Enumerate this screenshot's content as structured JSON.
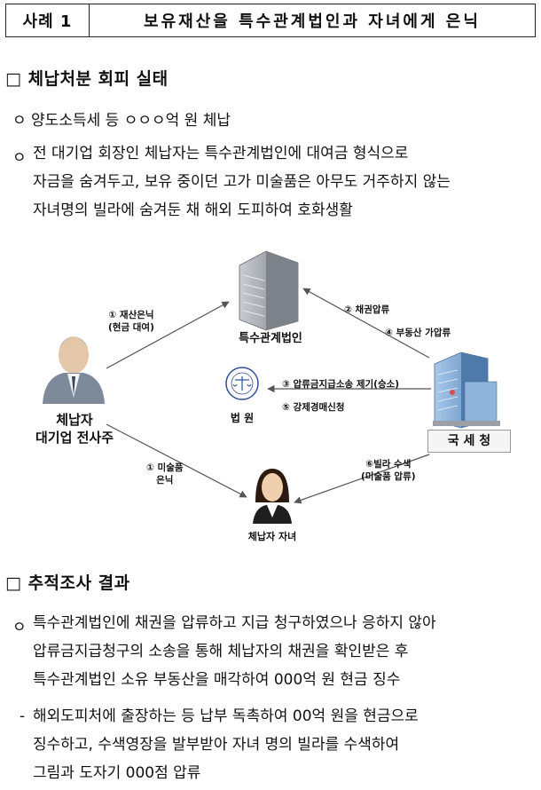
{
  "header": {
    "case_label": "사례 1",
    "title": "보유재산을 특수관계법인과 자녀에게 은닉"
  },
  "section1": {
    "title": "□ 체납처분 회피 실태",
    "bullet1": "ㅇ 양도소득세 등 ㅇㅇㅇ억 원 체납",
    "bullet2_mark": "ㅇ",
    "bullet2_lines": [
      "전 대기업 회장인 체납자는 특수관계법인에 대여금 형식으로",
      "자금을 숨겨두고, 보유 중이던 고가 미술품은 아무도 거주하지 않는",
      "자녀명의 빌라에 숨겨둔 채 해외 도피하여 호화생활"
    ]
  },
  "diagram": {
    "company_label": "특수관계법인",
    "taxpayer_label_1": "체납자",
    "taxpayer_label_2": "대기업 전사주",
    "court_label": "법 원",
    "nts_label": "국 세 청",
    "child_label": "체납자 자녀",
    "seal_text": "SUPREME COURT OF KOREA",
    "arrow1_line1": "① 재산은닉",
    "arrow1_line2": "(현금 대여)",
    "arrow2": "② 채권압류",
    "arrow3": "③ 압류금지급소송 제기(승소)",
    "arrow4": "④ 부동산 가압류",
    "arrow5": "⑤ 강제경매신청",
    "arrow6_line1": "⑥빌라 수색",
    "arrow6_line2": "(미술품 압류)",
    "arrow7_line1": "① 미술품",
    "arrow7_line2": "은닉"
  },
  "section2": {
    "title": "□ 추적조사 결과",
    "bullet1_mark": "ㅇ",
    "bullet1_lines": [
      "특수관계법인에 채권을 압류하고 지급 청구하였으나 응하지 않아",
      "압류금지급청구의 소송을 통해 체납자의 채권을 확인받은 후",
      "특수관계법인 소유 부동산을 매각하여 000억 원 현금 징수"
    ],
    "bullet2_mark": "-",
    "bullet2_lines": [
      "해외도피처에 출장하는 등 납부 독촉하여 00억 원을 현금으로",
      "징수하고, 수색영장을 발부받아 자녀 명의 빌라를 수색하여",
      "그림과 도자기 000점 압류"
    ]
  },
  "colors": {
    "arrow": "#555555",
    "building": "#8a8f96",
    "nts_blue": "#6f9fd0"
  }
}
